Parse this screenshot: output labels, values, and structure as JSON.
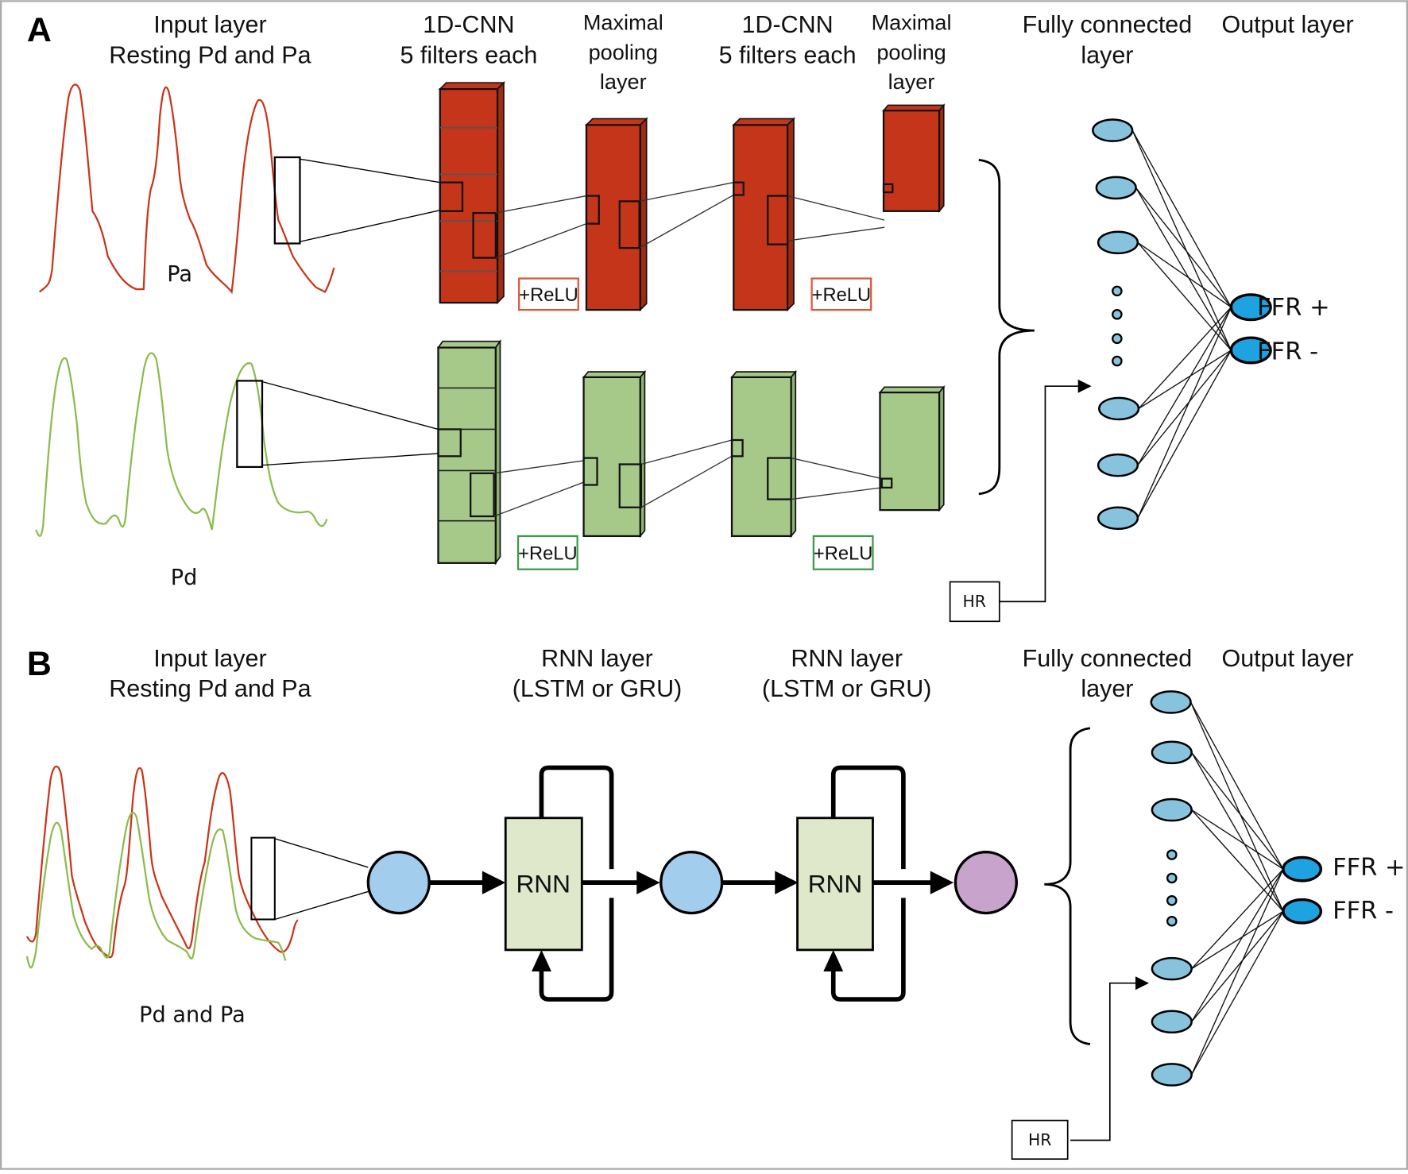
{
  "panel_a": {
    "label": "A",
    "headers": {
      "input_line1": "Input layer",
      "input_line2": "Resting Pd and Pa",
      "cnn1_line1": "1D-CNN",
      "cnn1_line2": "5 filters each",
      "pool1_line1": "Maximal",
      "pool1_line2": "pooling",
      "pool1_line3": "layer",
      "cnn2_line1": "1D-CNN",
      "cnn2_line2": "5 filters each",
      "pool2_line1": "Maximal",
      "pool2_line2": "pooling",
      "pool2_line3": "layer",
      "fc_line1": "Fully connected",
      "fc_line2": "layer",
      "output": "Output layer"
    },
    "signal_pa_label": "Pa",
    "signal_pd_label": "Pd",
    "relu_labels": [
      "+ReLU",
      "+ReLU",
      "+ReLU",
      "+ReLU"
    ],
    "hr_label": "HR",
    "outputs": [
      "FFR +",
      "FFR -"
    ]
  },
  "panel_b": {
    "label": "B",
    "headers": {
      "input_line1": "Input layer",
      "input_line2": "Resting Pd and Pa",
      "rnn1_line1": "RNN layer",
      "rnn1_line2": "(LSTM or GRU)",
      "rnn2_line1": "RNN layer",
      "rnn2_line2": "(LSTM or GRU)",
      "fc_line1": "Fully connected",
      "fc_line2": "layer",
      "output": "Output layer"
    },
    "signal_label": "Pd and Pa",
    "rnn_cells": [
      "RNN",
      "RNN"
    ],
    "hr_label": "HR",
    "outputs": [
      "FFR +",
      "FFR -"
    ]
  },
  "colors": {
    "pa_red": "#c9361b",
    "pd_green": "#8dbb4e",
    "cnn_red": "#c4351a",
    "cnn_green": "#a6c98a",
    "fc_node": "#87c3dd",
    "output_node": "#1fa3e0",
    "rnn_cell": "#dfe8cb",
    "rnn_node_blue": "#a3cdec",
    "rnn_node_purple": "#c8a3cb",
    "relu_red_border": "#d9573a",
    "relu_green_border": "#3a9a48"
  }
}
